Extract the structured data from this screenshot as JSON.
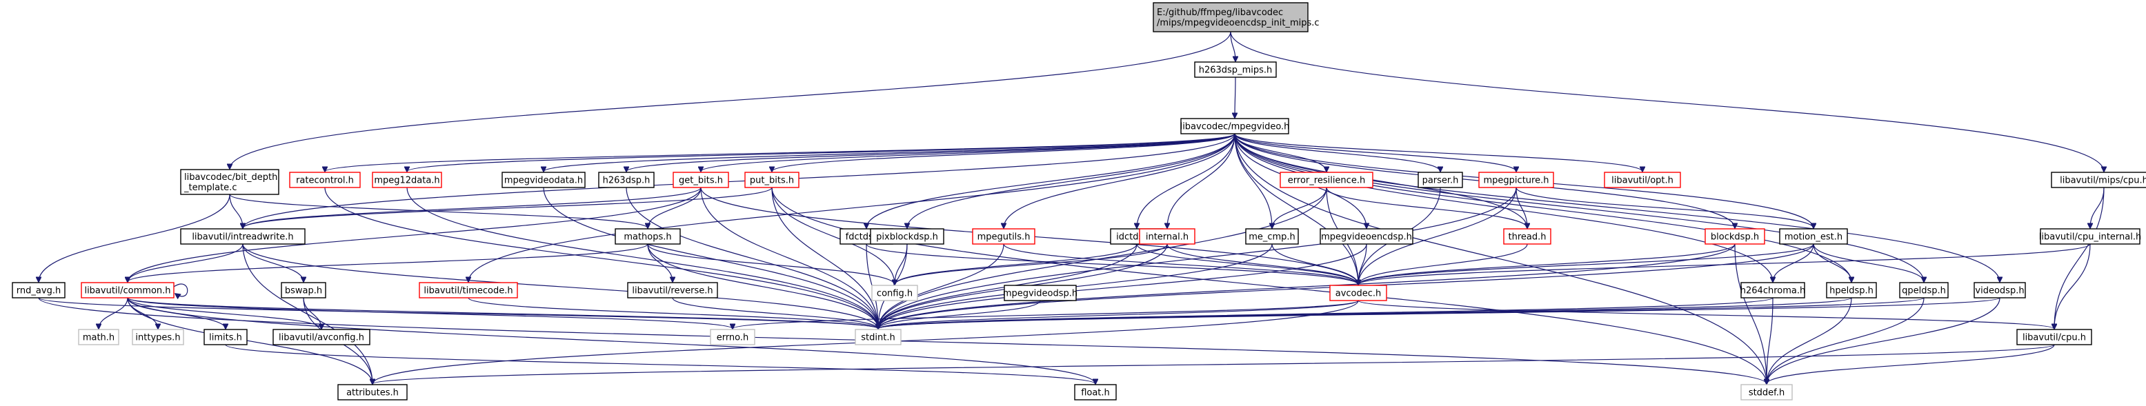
{
  "colors": {
    "background": "#ffffff",
    "edge": "#191970",
    "node_border_default": "#000000",
    "node_border_linked": "#ff0000",
    "node_border_missing": "#bfbfbf",
    "root_fill": "#bfbfbf",
    "node_fill": "#ffffff"
  },
  "nodes": [
    {
      "id": "root",
      "lines": [
        "E:/github/ffmpeg/libavcodec",
        "/mips/mpegvideoencdsp_init_mips.c"
      ],
      "style": "root"
    },
    {
      "id": "h263dsp_mips",
      "lines": [
        "h263dsp_mips.h"
      ],
      "style": "default"
    },
    {
      "id": "mpegvideo",
      "lines": [
        "libavcodec/mpegvideo.h"
      ],
      "style": "default"
    },
    {
      "id": "bitdepth",
      "lines": [
        "libavcodec/bit_depth",
        "_template.c"
      ],
      "style": "default"
    },
    {
      "id": "ratecontrol",
      "lines": [
        "ratecontrol.h"
      ],
      "style": "linked"
    },
    {
      "id": "mpeg12data",
      "lines": [
        "mpeg12data.h"
      ],
      "style": "linked"
    },
    {
      "id": "mpegvideodata",
      "lines": [
        "mpegvideodata.h"
      ],
      "style": "default"
    },
    {
      "id": "h263dsp",
      "lines": [
        "h263dsp.h"
      ],
      "style": "default"
    },
    {
      "id": "get_bits",
      "lines": [
        "get_bits.h"
      ],
      "style": "linked"
    },
    {
      "id": "put_bits",
      "lines": [
        "put_bits.h"
      ],
      "style": "linked"
    },
    {
      "id": "error_resilience",
      "lines": [
        "error_resilience.h"
      ],
      "style": "linked"
    },
    {
      "id": "parser",
      "lines": [
        "parser.h"
      ],
      "style": "default"
    },
    {
      "id": "mpegpicture",
      "lines": [
        "mpegpicture.h"
      ],
      "style": "linked"
    },
    {
      "id": "opt",
      "lines": [
        "libavutil/opt.h"
      ],
      "style": "linked"
    },
    {
      "id": "mips_cpu",
      "lines": [
        "libavutil/mips/cpu.h"
      ],
      "style": "default"
    },
    {
      "id": "intreadwrite",
      "lines": [
        "libavutil/intreadwrite.h"
      ],
      "style": "default"
    },
    {
      "id": "mathops",
      "lines": [
        "mathops.h"
      ],
      "style": "default"
    },
    {
      "id": "fdctdsp",
      "lines": [
        "fdctdsp.h"
      ],
      "style": "default"
    },
    {
      "id": "pixblockdsp",
      "lines": [
        "pixblockdsp.h"
      ],
      "style": "default"
    },
    {
      "id": "mpegutils",
      "lines": [
        "mpegutils.h"
      ],
      "style": "linked"
    },
    {
      "id": "idctdsp",
      "lines": [
        "idctdsp.h"
      ],
      "style": "default"
    },
    {
      "id": "internal",
      "lines": [
        "internal.h"
      ],
      "style": "linked"
    },
    {
      "id": "me_cmp",
      "lines": [
        "me_cmp.h"
      ],
      "style": "default"
    },
    {
      "id": "mpegvideoencdsp",
      "lines": [
        "mpegvideoencdsp.h"
      ],
      "style": "default"
    },
    {
      "id": "thread",
      "lines": [
        "thread.h"
      ],
      "style": "linked"
    },
    {
      "id": "blockdsp",
      "lines": [
        "blockdsp.h"
      ],
      "style": "linked"
    },
    {
      "id": "motion_est",
      "lines": [
        "motion_est.h"
      ],
      "style": "default"
    },
    {
      "id": "cpu_internal",
      "lines": [
        "libavutil/cpu_internal.h"
      ],
      "style": "default"
    },
    {
      "id": "rnd_avg",
      "lines": [
        "rnd_avg.h"
      ],
      "style": "default"
    },
    {
      "id": "common",
      "lines": [
        "libavutil/common.h"
      ],
      "style": "linked"
    },
    {
      "id": "bswap",
      "lines": [
        "bswap.h"
      ],
      "style": "default"
    },
    {
      "id": "timecode",
      "lines": [
        "libavutil/timecode.h"
      ],
      "style": "linked"
    },
    {
      "id": "reverse",
      "lines": [
        "libavutil/reverse.h"
      ],
      "style": "default"
    },
    {
      "id": "config",
      "lines": [
        "config.h"
      ],
      "style": "missing"
    },
    {
      "id": "mpegvideodsp",
      "lines": [
        "mpegvideodsp.h"
      ],
      "style": "default"
    },
    {
      "id": "avcodec",
      "lines": [
        "avcodec.h"
      ],
      "style": "linked"
    },
    {
      "id": "h264chroma",
      "lines": [
        "h264chroma.h"
      ],
      "style": "default"
    },
    {
      "id": "hpeldsp",
      "lines": [
        "hpeldsp.h"
      ],
      "style": "default"
    },
    {
      "id": "qpeldsp",
      "lines": [
        "qpeldsp.h"
      ],
      "style": "default"
    },
    {
      "id": "videodsp",
      "lines": [
        "videodsp.h"
      ],
      "style": "default"
    },
    {
      "id": "math",
      "lines": [
        "math.h"
      ],
      "style": "missing"
    },
    {
      "id": "inttypes",
      "lines": [
        "inttypes.h"
      ],
      "style": "missing"
    },
    {
      "id": "limits",
      "lines": [
        "limits.h"
      ],
      "style": "default"
    },
    {
      "id": "avconfig",
      "lines": [
        "libavutil/avconfig.h"
      ],
      "style": "default"
    },
    {
      "id": "errno",
      "lines": [
        "errno.h"
      ],
      "style": "missing"
    },
    {
      "id": "stdint",
      "lines": [
        "stdint.h"
      ],
      "style": "missing"
    },
    {
      "id": "lavu_cpu",
      "lines": [
        "libavutil/cpu.h"
      ],
      "style": "default"
    },
    {
      "id": "attributes",
      "lines": [
        "attributes.h"
      ],
      "style": "default"
    },
    {
      "id": "float",
      "lines": [
        "float.h"
      ],
      "style": "default"
    },
    {
      "id": "stddef",
      "lines": [
        "stddef.h"
      ],
      "style": "missing"
    }
  ],
  "edges": [
    [
      "root",
      "h263dsp_mips"
    ],
    [
      "root",
      "bitdepth"
    ],
    [
      "root",
      "mips_cpu"
    ],
    [
      "h263dsp_mips",
      "mpegvideo"
    ],
    [
      "mpegvideo",
      "ratecontrol"
    ],
    [
      "mpegvideo",
      "mpeg12data"
    ],
    [
      "mpegvideo",
      "mpegvideodata"
    ],
    [
      "mpegvideo",
      "h263dsp"
    ],
    [
      "mpegvideo",
      "get_bits"
    ],
    [
      "mpegvideo",
      "put_bits"
    ],
    [
      "mpegvideo",
      "error_resilience"
    ],
    [
      "mpegvideo",
      "parser"
    ],
    [
      "mpegvideo",
      "mpegpicture"
    ],
    [
      "mpegvideo",
      "opt"
    ],
    [
      "mpegvideo",
      "fdctdsp"
    ],
    [
      "mpegvideo",
      "pixblockdsp"
    ],
    [
      "mpegvideo",
      "mpegutils"
    ],
    [
      "mpegvideo",
      "idctdsp"
    ],
    [
      "mpegvideo",
      "internal"
    ],
    [
      "mpegvideo",
      "me_cmp"
    ],
    [
      "mpegvideo",
      "mpegvideoencdsp"
    ],
    [
      "mpegvideo",
      "thread"
    ],
    [
      "mpegvideo",
      "blockdsp"
    ],
    [
      "mpegvideo",
      "motion_est"
    ],
    [
      "mpegvideo",
      "timecode"
    ],
    [
      "mpegvideo",
      "avcodec"
    ],
    [
      "mpegvideo",
      "h264chroma"
    ],
    [
      "mpegvideo",
      "hpeldsp"
    ],
    [
      "mpegvideo",
      "qpeldsp"
    ],
    [
      "mpegvideo",
      "videodsp"
    ],
    [
      "mpegvideo",
      "intreadwrite"
    ],
    [
      "mpegvideo",
      "stddef"
    ],
    [
      "bitdepth",
      "intreadwrite"
    ],
    [
      "bitdepth",
      "mathops"
    ],
    [
      "bitdepth",
      "rnd_avg"
    ],
    [
      "ratecontrol",
      "stdint"
    ],
    [
      "mpeg12data",
      "stdint"
    ],
    [
      "mpegvideodata",
      "stdint"
    ],
    [
      "h263dsp",
      "stdint"
    ],
    [
      "get_bits",
      "intreadwrite"
    ],
    [
      "get_bits",
      "mathops"
    ],
    [
      "get_bits",
      "common"
    ],
    [
      "get_bits",
      "avcodec"
    ],
    [
      "get_bits",
      "stdint"
    ],
    [
      "put_bits",
      "intreadwrite"
    ],
    [
      "put_bits",
      "config"
    ],
    [
      "put_bits",
      "stdint"
    ],
    [
      "put_bits",
      "stddef"
    ],
    [
      "error_resilience",
      "me_cmp"
    ],
    [
      "error_resilience",
      "thread"
    ],
    [
      "error_resilience",
      "avcodec"
    ],
    [
      "error_resilience",
      "stdint"
    ],
    [
      "parser",
      "avcodec"
    ],
    [
      "mpegpicture",
      "thread"
    ],
    [
      "mpegpicture",
      "motion_est"
    ],
    [
      "mpegpicture",
      "avcodec"
    ],
    [
      "mpegpicture",
      "stdint"
    ],
    [
      "mips_cpu",
      "cpu_internal"
    ],
    [
      "mips_cpu",
      "lavu_cpu"
    ],
    [
      "intreadwrite",
      "common"
    ],
    [
      "intreadwrite",
      "bswap"
    ],
    [
      "intreadwrite",
      "stdint"
    ],
    [
      "intreadwrite",
      "attributes"
    ],
    [
      "mathops",
      "reverse"
    ],
    [
      "mathops",
      "config"
    ],
    [
      "mathops",
      "common"
    ],
    [
      "mathops",
      "stdint"
    ],
    [
      "fdctdsp",
      "avcodec"
    ],
    [
      "fdctdsp",
      "stdint"
    ],
    [
      "pixblockdsp",
      "config"
    ],
    [
      "pixblockdsp",
      "stdint"
    ],
    [
      "mpegutils",
      "avcodec"
    ],
    [
      "mpegutils",
      "stdint"
    ],
    [
      "idctdsp",
      "avcodec"
    ],
    [
      "idctdsp",
      "config"
    ],
    [
      "idctdsp",
      "stdint"
    ],
    [
      "internal",
      "avcodec"
    ],
    [
      "internal",
      "config"
    ],
    [
      "internal",
      "stdint"
    ],
    [
      "me_cmp",
      "avcodec"
    ],
    [
      "me_cmp",
      "stdint"
    ],
    [
      "mpegvideoencdsp",
      "avcodec"
    ],
    [
      "mpegvideoencdsp",
      "stdint"
    ],
    [
      "thread",
      "avcodec"
    ],
    [
      "blockdsp",
      "avcodec"
    ],
    [
      "blockdsp",
      "stdint"
    ],
    [
      "blockdsp",
      "stddef"
    ],
    [
      "motion_est",
      "avcodec"
    ],
    [
      "motion_est",
      "h264chroma"
    ],
    [
      "motion_est",
      "hpeldsp"
    ],
    [
      "motion_est",
      "qpeldsp"
    ],
    [
      "motion_est",
      "stdint"
    ],
    [
      "cpu_internal",
      "avcodec"
    ],
    [
      "cpu_internal",
      "lavu_cpu"
    ],
    [
      "common",
      "common"
    ],
    [
      "common",
      "math"
    ],
    [
      "common",
      "inttypes"
    ],
    [
      "common",
      "limits"
    ],
    [
      "common",
      "avconfig"
    ],
    [
      "common",
      "errno"
    ],
    [
      "common",
      "stdint"
    ],
    [
      "common",
      "attributes"
    ],
    [
      "common",
      "float"
    ],
    [
      "rnd_avg",
      "stdint"
    ],
    [
      "rnd_avg",
      "stddef"
    ],
    [
      "bswap",
      "avconfig"
    ],
    [
      "bswap",
      "attributes"
    ],
    [
      "timecode",
      "stdint"
    ],
    [
      "reverse",
      "stdint"
    ],
    [
      "mpegvideodsp",
      "stdint"
    ],
    [
      "avcodec",
      "errno"
    ],
    [
      "avcodec",
      "stdint"
    ],
    [
      "avcodec",
      "lavu_cpu"
    ],
    [
      "avcodec",
      "attributes"
    ],
    [
      "h264chroma",
      "stdint"
    ],
    [
      "h264chroma",
      "stddef"
    ],
    [
      "hpeldsp",
      "stdint"
    ],
    [
      "hpeldsp",
      "stddef"
    ],
    [
      "qpeldsp",
      "stdint"
    ],
    [
      "qpeldsp",
      "stddef"
    ],
    [
      "videodsp",
      "stdint"
    ],
    [
      "videodsp",
      "stddef"
    ],
    [
      "lavu_cpu",
      "attributes"
    ],
    [
      "lavu_cpu",
      "stddef"
    ],
    [
      "limits",
      "float"
    ]
  ]
}
